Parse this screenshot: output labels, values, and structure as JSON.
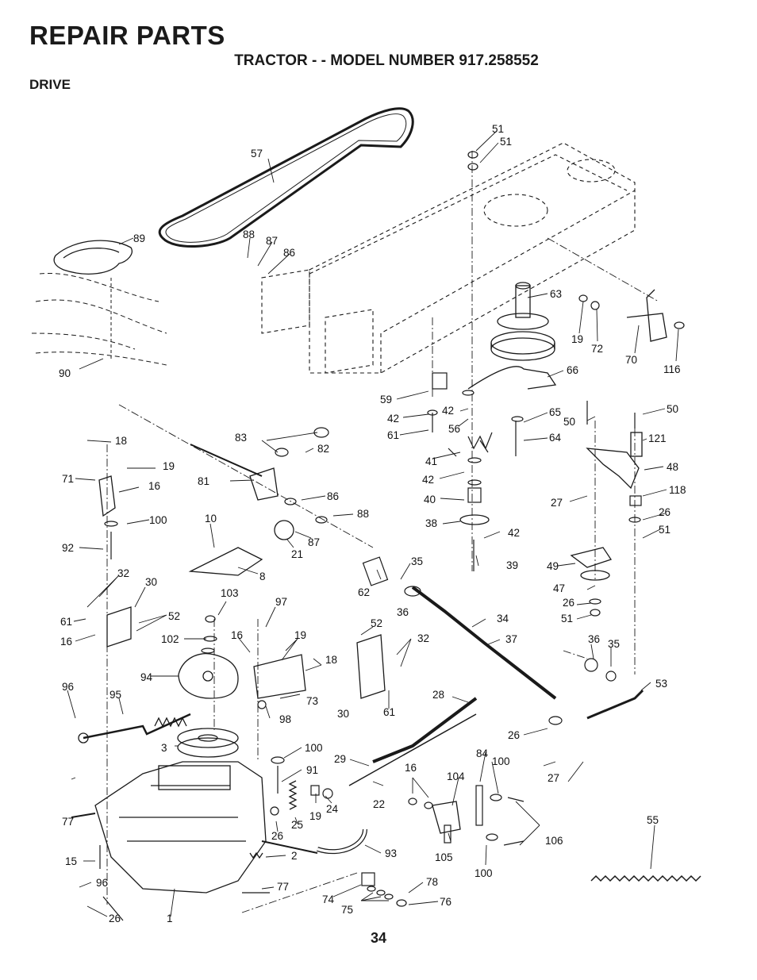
{
  "header": {
    "title": "REPAIR PARTS",
    "subtitle": "TRACTOR - - MODEL NUMBER 917.258552",
    "section": "DRIVE"
  },
  "page_number": "34",
  "callouts": {
    "c57": "57",
    "c51a": "51",
    "c51b": "51",
    "c89": "89",
    "c88a": "88",
    "c87a": "87",
    "c86a": "86",
    "c63": "63",
    "c19a": "19",
    "c72": "72",
    "c70": "70",
    "c116": "116",
    "c90": "90",
    "c66": "66",
    "c59": "59",
    "c42a": "42",
    "c42b": "42",
    "c61a": "61",
    "c56": "56",
    "c65": "65",
    "c64": "64",
    "c50a": "50",
    "c50b": "50",
    "c121": "121",
    "c18a": "18",
    "c19b": "19",
    "c71": "71",
    "c16a": "16",
    "c83": "83",
    "c82": "82",
    "c81": "81",
    "c41": "41",
    "c42c": "42",
    "c48": "48",
    "c118": "118",
    "c27a": "27",
    "c26a": "26",
    "c51c": "51",
    "c100a": "100",
    "c92": "92",
    "c86b": "86",
    "c88b": "88",
    "c40": "40",
    "c10": "10",
    "c87b": "87",
    "c21": "21",
    "c8": "8",
    "c38": "38",
    "c42d": "42",
    "c32a": "32",
    "c30a": "30",
    "c35a": "35",
    "c39": "39",
    "c49": "49",
    "c62": "62",
    "c36a": "36",
    "c47": "47",
    "c26b": "26",
    "c51d": "51",
    "c61b": "61",
    "c52a": "52",
    "c16b": "16",
    "c103": "103",
    "c97": "97",
    "c34": "34",
    "c102": "102",
    "c16c": "16",
    "c19c": "19",
    "c52b": "52",
    "c32b": "32",
    "c37": "37",
    "c36b": "36",
    "c35b": "35",
    "c18b": "18",
    "c94": "94",
    "c73": "73",
    "c96a": "96",
    "c95": "95",
    "c53": "53",
    "c98": "98",
    "c30b": "30",
    "c61c": "61",
    "c28": "28",
    "c3": "3",
    "c100b": "100",
    "c29": "29",
    "c26c": "26",
    "c84": "84",
    "c100c": "100",
    "c91": "91",
    "c16d": "16",
    "c104": "104",
    "c27b": "27",
    "c77a": "77",
    "c19d": "19",
    "c24": "24",
    "c22": "22",
    "c55": "55",
    "c26d": "26",
    "c25": "25",
    "c105": "105",
    "c106": "106",
    "c15": "15",
    "c2": "2",
    "c93": "93",
    "c100d": "100",
    "c96b": "96",
    "c77b": "77",
    "c78": "78",
    "c74": "74",
    "c75": "75",
    "c76": "76",
    "c26e": "26",
    "c1": "1"
  },
  "colors": {
    "ink": "#1a1a1a",
    "paper": "#ffffff"
  }
}
